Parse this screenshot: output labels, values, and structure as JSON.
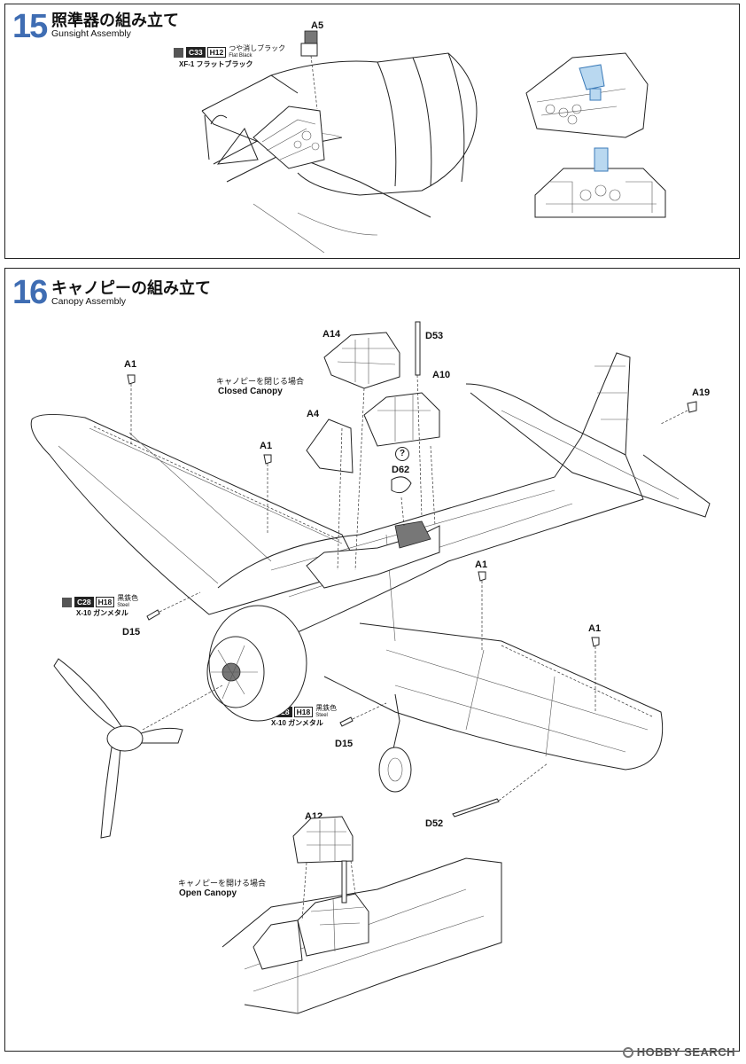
{
  "step15": {
    "number": "15",
    "title_jp": "照準器の組み立て",
    "title_en": "Gunsight Assembly",
    "part_label": "A5",
    "paint": {
      "code": "C33",
      "code2": "H12",
      "name_jp": "つや消しブラック",
      "name_en": "Flat Black",
      "sub": "XF-1 フラットブラック"
    }
  },
  "step16": {
    "number": "16",
    "title_jp": "キャノピーの組み立て",
    "title_en": "Canopy Assembly",
    "closed_note_jp": "キャノピーを閉じる場合",
    "closed_note_en": "Closed Canopy",
    "open_note_jp": "キャノピーを開ける場合",
    "open_note_en": "Open Canopy",
    "parts": {
      "a14": "A14",
      "d53": "D53",
      "a10": "A10",
      "a4": "A4",
      "d62": "D62",
      "a1_left": "A1",
      "a1_center": "A1",
      "a1_right_inner": "A1",
      "a1_right_outer": "A1",
      "a19": "A19",
      "d15_left": "D15",
      "d15_center": "D15",
      "d52": "D52",
      "a12": "A12"
    },
    "d62_mark": "?",
    "paint_left": {
      "code": "C28",
      "code2": "H18",
      "name_jp": "黒鉄色",
      "name_en": "Steel",
      "sub": "X-10 ガンメタル"
    },
    "paint_center": {
      "code": "C28",
      "code2": "H18",
      "name_jp": "黒鉄色",
      "name_en": "Steel",
      "sub": "X-10 ガンメタル"
    }
  },
  "watermark": {
    "text": "HOBBY SEARCH",
    "icon": "hobby-search-logo-icon"
  }
}
